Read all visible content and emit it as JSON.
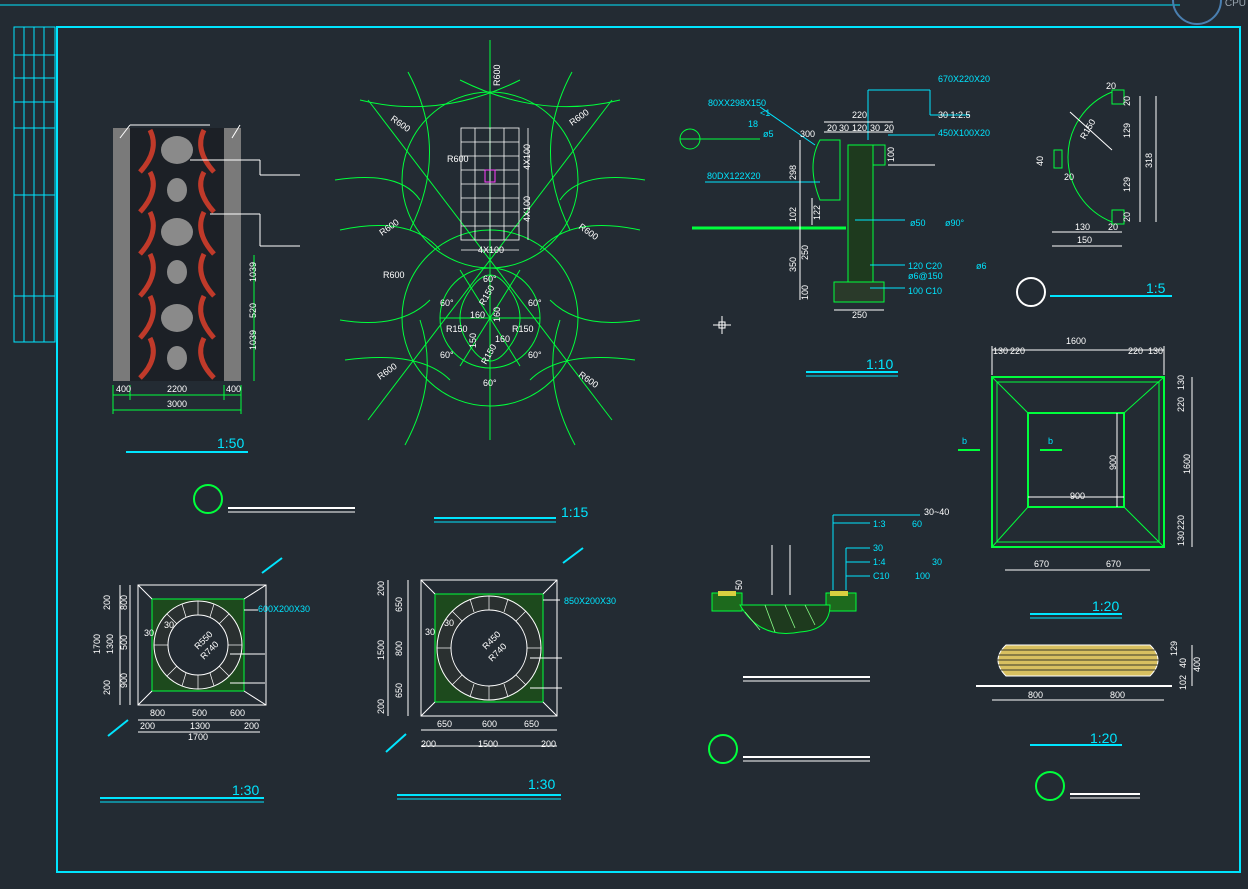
{
  "app": {
    "badge": "CPU"
  },
  "colors": {
    "background": "#232b33",
    "frame": "#00e5ff",
    "geometry": "#00ff3c",
    "dimension_text": "#ffffff",
    "leader": "#00e5ff"
  },
  "panels": {
    "paving_plan": {
      "scale": "1:50",
      "dims": {
        "side_left": "400",
        "middle": "2200",
        "side_right": "400",
        "total": "3000",
        "v1": "1039",
        "v2": "520",
        "v3": "1039"
      }
    },
    "radial_plan": {
      "scale": "1:15",
      "radii": [
        "R600",
        "R600",
        "R600",
        "R600",
        "R600",
        "R600",
        "R600",
        "R600"
      ],
      "grid_dims": {
        "width": "4X100",
        "h1": "4X100",
        "h2": "4X100"
      },
      "inner": {
        "a1": "60°",
        "a2": "60°",
        "a3": "60°",
        "a4": "60°",
        "a5": "60°",
        "a6": "60°",
        "r1": "R150",
        "r2": "R150",
        "r3": "R150",
        "r4": "R150",
        "d1": "160",
        "d2": "160",
        "d3": "150",
        "d4": "160",
        "v1": "160"
      }
    },
    "wall_section": {
      "scale": "1:10",
      "notes": {
        "n1": "670X220X20",
        "n2": "30  1:2.5",
        "n3": "450X100X20",
        "n4": "80XX298X150",
        "n5": "<1",
        "n6": "18",
        "n7": "ø5",
        "n8": "300",
        "n9": "80DX122X20",
        "n10": "ø50",
        "n11": "ø90°",
        "n12": "120 C20",
        "n13": "ø6@150",
        "n14": "100  C10",
        "n15": "ø6"
      },
      "dims": {
        "top_total": "220",
        "t1": "20",
        "t2": "30",
        "t3": "120",
        "t4": "30",
        "t5": "20",
        "h298": "298",
        "h122": "122",
        "h102": "102",
        "h350": "350",
        "h250": "250",
        "h100": "100",
        "w250": "250",
        "h100r": "100"
      }
    },
    "arc_detail": {
      "scale": "1:5",
      "dims": {
        "r": "R150",
        "t20a": "20",
        "t20b": "20",
        "h129a": "129",
        "h129b": "129",
        "h20c": "20",
        "h20d": "20",
        "total": "318",
        "w130": "130",
        "w20": "20",
        "w150": "150",
        "h40": "40"
      }
    },
    "planter_plan": {
      "scale": "1:20",
      "dims": {
        "top_total": "1600",
        "t130a": "130",
        "t220a": "220",
        "t220b": "220",
        "t130b": "130",
        "r130": "130",
        "r220a": "220",
        "r1600": "1600",
        "r220b": "220",
        "r130b": "130",
        "inner_w": "900",
        "inner_h": "900",
        "b670a": "670",
        "b670b": "670",
        "cut_a": "b",
        "cut_b": "b"
      }
    },
    "planter_elevation": {
      "scale": "1:20",
      "dims": {
        "w800a": "800",
        "w800b": "800",
        "h129": "129",
        "h40": "40",
        "h102": "102",
        "h400": "400"
      }
    },
    "tree_grate_small": {
      "scale": "1:30",
      "note": "600X200X30",
      "dims": {
        "v200a": "200",
        "v800": "800",
        "v1700": "1700",
        "v1300": "1300",
        "v500": "500",
        "v900": "900",
        "v200b": "200",
        "b800": "800",
        "b500": "500",
        "b600": "600",
        "b200a": "200",
        "b1300": "1300",
        "b200b": "200",
        "b1700": "1700",
        "n30a": "30",
        "n30b": "30",
        "r1": "R550",
        "r2": "R740"
      }
    },
    "tree_grate_large": {
      "scale": "1:30",
      "note": "850X200X30",
      "dims": {
        "v200a": "200",
        "v650a": "650",
        "v1500": "1500",
        "v800": "800",
        "v650b": "650",
        "v200b": "200",
        "b650a": "650",
        "b600": "600",
        "b650b": "650",
        "b200a": "200",
        "b1500": "1500",
        "b200b": "200",
        "n30a": "30",
        "n30b": "30",
        "r1": "R450",
        "r2": "R740"
      }
    },
    "tree_pit_section": {
      "notes": {
        "n1": "30~40",
        "n2": "1:3",
        "n3": "60",
        "n4": "30",
        "n5": "1:4",
        "n6": "30",
        "n7": "C10",
        "n8": "100",
        "n9": "50"
      }
    }
  }
}
